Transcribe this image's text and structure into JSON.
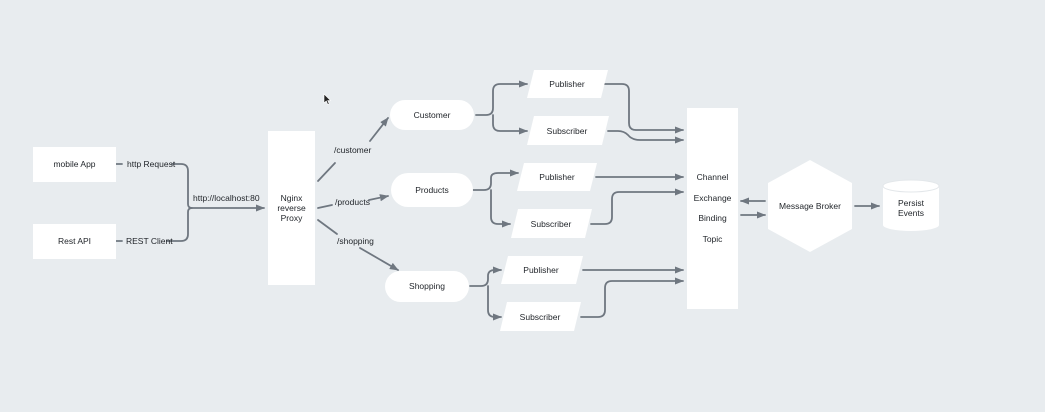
{
  "clients": {
    "mobile_app": "mobile App",
    "rest_api": "Rest API"
  },
  "edge_labels": {
    "http_request": "http Request",
    "rest_client": "REST Client",
    "localhost": "http://localhost:80",
    "customer_route": "/customer",
    "products_route": "/products",
    "shopping_route": "/shopping"
  },
  "proxy": {
    "line1": "Nginx",
    "line2": "reverse",
    "line3": "Proxy"
  },
  "services": {
    "customer": "Customer",
    "products": "Products",
    "shopping": "Shopping"
  },
  "roles": {
    "publisher": "Publisher",
    "subscriber": "Subscriber"
  },
  "exchange": {
    "channel": "Channel",
    "exchange": "Exchange",
    "binding": "Binding",
    "topic": "Topic"
  },
  "broker": {
    "label": "Message Broker"
  },
  "storage": {
    "line1": "Persist",
    "line2": "Events"
  },
  "colors": {
    "background": "#e8ecef",
    "node_fill": "#ffffff",
    "connector": "#6f7780",
    "text": "#1f2328"
  },
  "icons": {
    "cursor": "mouse-pointer-icon"
  }
}
